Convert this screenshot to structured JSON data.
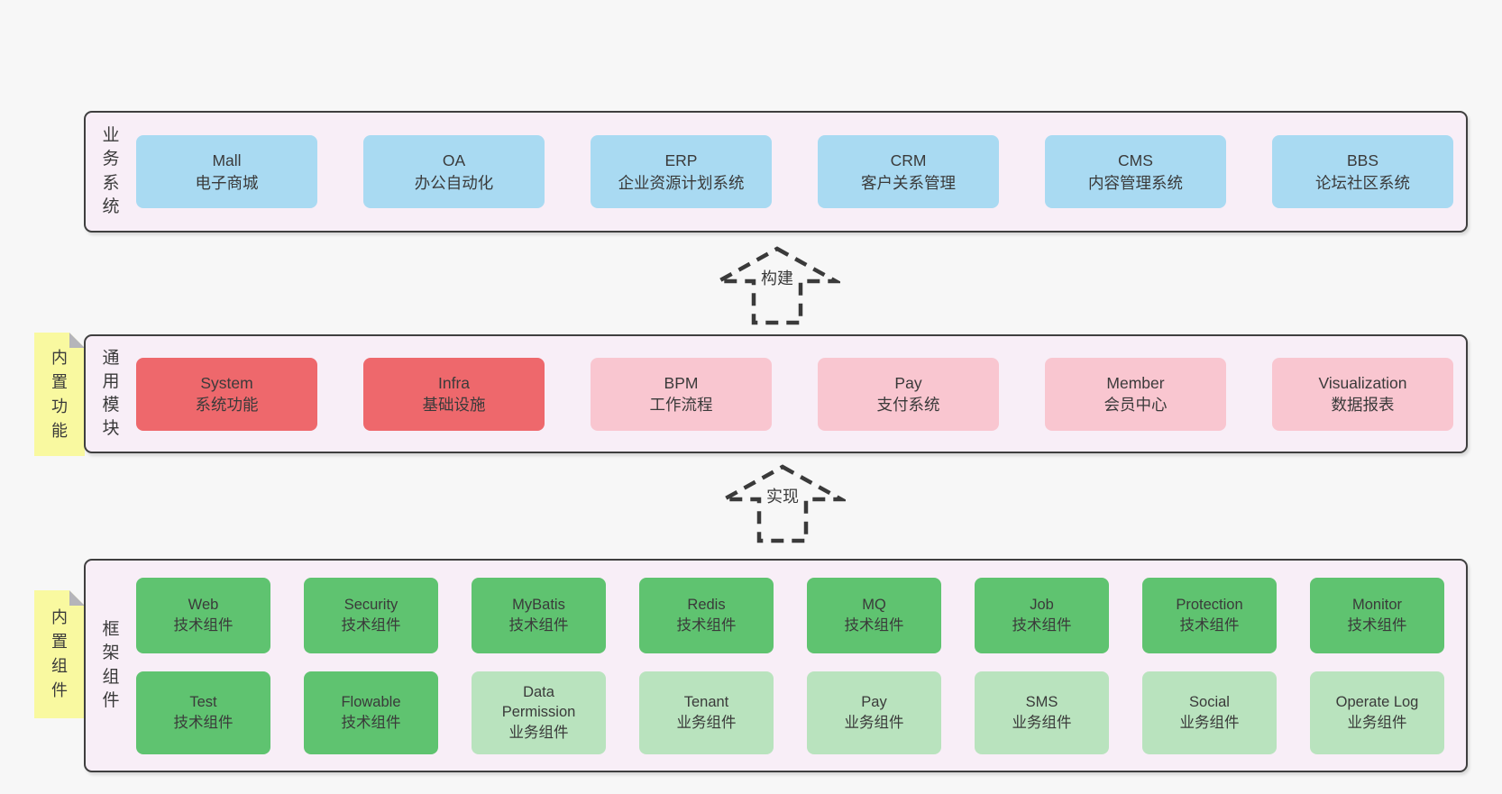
{
  "colors": {
    "page_bg": "#f7f7f7",
    "band_bg": "#f8eef7",
    "border": "#3f3f3f",
    "text": "#3a3a3a",
    "blue": "#a9daf2",
    "red": "#ee686c",
    "pink": "#f9c6d0",
    "green": "#5fc370",
    "light_green": "#b9e3be",
    "note_bg": "#f9f9a0",
    "note_fold": "#b5b5ba"
  },
  "arrows": [
    {
      "label": "构建"
    },
    {
      "label": "实现"
    }
  ],
  "bands": [
    {
      "label": "业务系统",
      "rows": [
        [
          {
            "name": "Mall",
            "desc": "电子商城",
            "type": "blue"
          },
          {
            "name": "OA",
            "desc": "办公自动化",
            "type": "blue"
          },
          {
            "name": "ERP",
            "desc": "企业资源计划系统",
            "type": "blue"
          },
          {
            "name": "CRM",
            "desc": "客户关系管理",
            "type": "blue"
          },
          {
            "name": "CMS",
            "desc": "内容管理系统",
            "type": "blue"
          },
          {
            "name": "BBS",
            "desc": "论坛社区系统",
            "type": "blue"
          }
        ]
      ]
    },
    {
      "label": "通用模块",
      "note": "内置功能",
      "rows": [
        [
          {
            "name": "System",
            "desc": "系统功能",
            "type": "red"
          },
          {
            "name": "Infra",
            "desc": "基础设施",
            "type": "red"
          },
          {
            "name": "BPM",
            "desc": "工作流程",
            "type": "pink"
          },
          {
            "name": "Pay",
            "desc": "支付系统",
            "type": "pink"
          },
          {
            "name": "Member",
            "desc": "会员中心",
            "type": "pink"
          },
          {
            "name": "Visualization",
            "desc": "数据报表",
            "type": "pink"
          }
        ]
      ]
    },
    {
      "label": "框架组件",
      "note": "内置组件",
      "rows": [
        [
          {
            "name": "Web",
            "desc": "技术组件",
            "type": "green"
          },
          {
            "name": "Security",
            "desc": "技术组件",
            "type": "green"
          },
          {
            "name": "MyBatis",
            "desc": "技术组件",
            "type": "green"
          },
          {
            "name": "Redis",
            "desc": "技术组件",
            "type": "green"
          },
          {
            "name": "MQ",
            "desc": "技术组件",
            "type": "green"
          },
          {
            "name": "Job",
            "desc": "技术组件",
            "type": "green"
          },
          {
            "name": "Protection",
            "desc": "技术组件",
            "type": "green"
          },
          {
            "name": "Monitor",
            "desc": "技术组件",
            "type": "green"
          }
        ],
        [
          {
            "name": "Test",
            "desc": "技术组件",
            "type": "green"
          },
          {
            "name": "Flowable",
            "desc": "技术组件",
            "type": "green"
          },
          {
            "name": "Data Permission",
            "desc": "业务组件",
            "type": "lightgreen"
          },
          {
            "name": "Tenant",
            "desc": "业务组件",
            "type": "lightgreen"
          },
          {
            "name": "Pay",
            "desc": "业务组件",
            "type": "lightgreen"
          },
          {
            "name": "SMS",
            "desc": "业务组件",
            "type": "lightgreen"
          },
          {
            "name": "Social",
            "desc": "业务组件",
            "type": "lightgreen"
          },
          {
            "name": "Operate Log",
            "desc": "业务组件",
            "type": "lightgreen"
          }
        ]
      ]
    }
  ]
}
